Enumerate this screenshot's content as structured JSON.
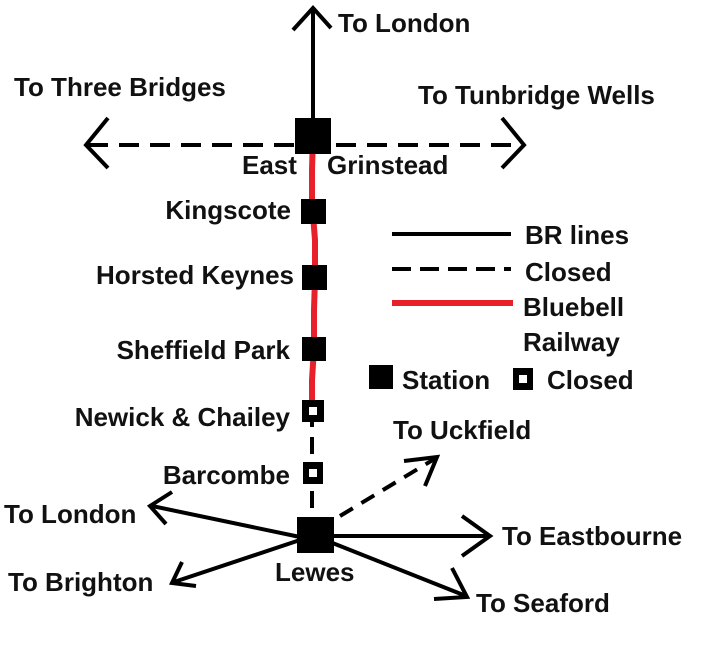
{
  "colors": {
    "br_line": "#000000",
    "bluebell": "#e8202a",
    "station": "#000000",
    "background": "#ffffff"
  },
  "destinations": {
    "london_north": "To London",
    "three_bridges": "To Three Bridges",
    "tunbridge_wells": "To Tunbridge Wells",
    "uckfield": "To Uckfield",
    "london_west": "To London",
    "brighton": "To Brighton",
    "eastbourne": "To Eastbourne",
    "seaford": "To Seaford"
  },
  "stations": {
    "east_grinstead_left": "East",
    "east_grinstead_right": "Grinstead",
    "kingscote": "Kingscote",
    "horsted_keynes": "Horsted Keynes",
    "sheffield_park": "Sheffield Park",
    "newick_chailey": "Newick & Chailey",
    "barcombe": "Barcombe",
    "lewes": "Lewes"
  },
  "legend": {
    "br_lines": "BR lines",
    "closed_line": "Closed",
    "bluebell_line1": "Bluebell",
    "bluebell_line2": "Railway",
    "station": "Station",
    "closed_station": "Closed"
  }
}
